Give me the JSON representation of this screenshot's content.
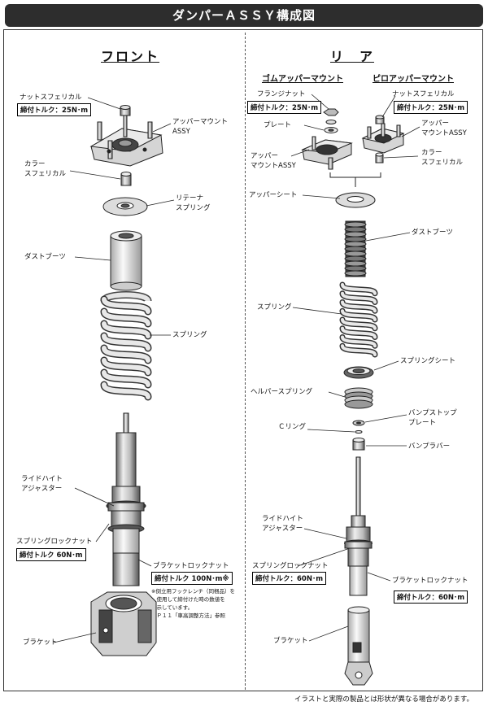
{
  "title": "ダンパーＡＳＳＹ構成図",
  "front": {
    "heading": "フロント",
    "labels": {
      "nut_spherical": "ナットスフェリカル",
      "upper_mount": "アッパーマウント\nASSY",
      "collar": "カラー\nスフェリカル",
      "retainer": "リテーナ\nスプリング",
      "dust_boot": "ダストブーツ",
      "spring": "スプリング",
      "ride_height": "ライドハイト\nアジャスター",
      "lock_nut": "スプリングロックナット",
      "bracket_lock": "ブラケットロックナット",
      "bracket": "ブラケット"
    },
    "torques": {
      "nut": "締付トルク：25N･m",
      "lock_nut": "締付トルク 60N･m",
      "bracket_lock": "締付トルク 100N･m※"
    },
    "note": "※倒立用フックレンチ（同梱品）を\n　使用して締付けた時の数値を\n　示しています。\n　Ｐ１１「車高調整方法」参照"
  },
  "rear": {
    "heading": "リ　ア",
    "sub_rubber": "ゴムアッパーマウント",
    "sub_pillow": "ピロアッパーマウント",
    "labels": {
      "flange_nut": "フランジナット",
      "plate": "プレート",
      "upper_mount_rubber": "アッパー\nマウントASSY",
      "nut_spherical": "ナットスフェリカル",
      "upper_mount_pillow": "アッパー\nマウントASSY",
      "collar": "カラー\nスフェリカル",
      "upper_seat": "アッパーシート",
      "dust_boot": "ダストブーツ",
      "spring": "スプリング",
      "spring_seat": "スプリングシート",
      "helper_spring": "ヘルパースプリング",
      "bump_stop": "バンプストップ\nプレート",
      "c_ring": "Ｃリング",
      "bump_rubber": "バンプラバー",
      "ride_height": "ライドハイト\nアジャスター",
      "lock_nut": "スプリングロックナット",
      "bracket_lock": "ブラケットロックナット",
      "bracket": "ブラケット"
    },
    "torques": {
      "flange": "締付トルク：25N･m",
      "nut": "締付トルク：25N･m",
      "lock_nut": "締付トルク：60N･m",
      "bracket_lock": "締付トルク：60N･m"
    }
  },
  "disclaimer": "イラストと実際の製品とは形状が異なる場合があります。"
}
